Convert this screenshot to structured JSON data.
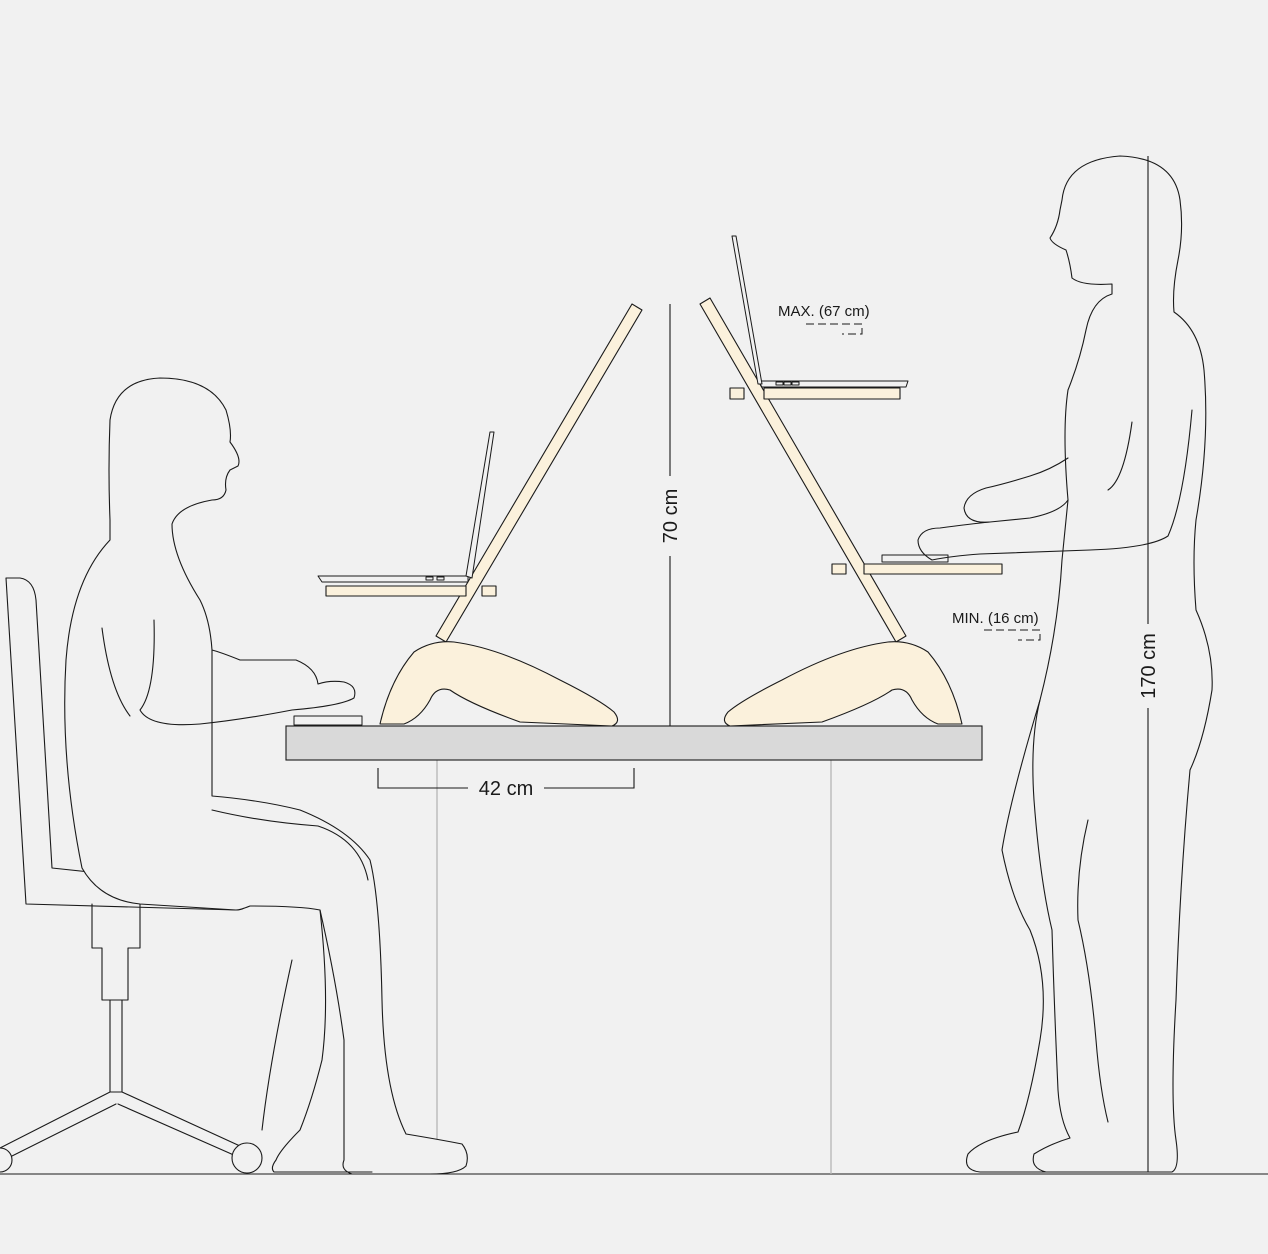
{
  "dimensions": {
    "depth_label": "42 cm",
    "stand_height_label": "70 cm",
    "person_height_label": "170 cm",
    "max_label": "MAX. (67 cm)",
    "min_label": "MIN. (16 cm)"
  },
  "colors": {
    "background": "#f1f1f1",
    "wood": "#fbf1dc",
    "desk_top": "#d9d9d9",
    "line": "#1a1a1a"
  }
}
